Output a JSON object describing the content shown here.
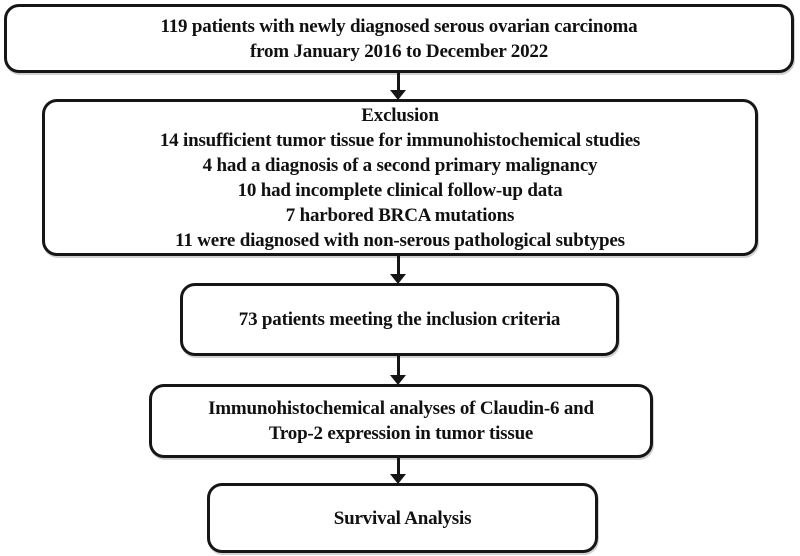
{
  "flowchart": {
    "type": "flowchart",
    "direction": "top-down",
    "colors": {
      "box_border": "#161616",
      "box_background": "#ffffff",
      "text": "#111111",
      "arrow": "#161616",
      "page_background": "#ffffff"
    },
    "boxes": [
      {
        "id": "cohort",
        "lines": [
          "119 patients with newly diagnosed serous ovarian carcinoma",
          "from January 2016 to December 2022"
        ]
      },
      {
        "id": "exclusion",
        "lines": [
          "Exclusion",
          "14 insufficient tumor tissue for immunohistochemical studies",
          "4 had a diagnosis of a second primary malignancy",
          "10 had incomplete clinical follow-up data",
          "7 harbored BRCA mutations",
          "11 were diagnosed with non-serous pathological subtypes"
        ]
      },
      {
        "id": "inclusion",
        "lines": [
          "73 patients meeting the inclusion criteria"
        ]
      },
      {
        "id": "ihc-analysis",
        "lines": [
          "Immunohistochemical analyses of Claudin-6 and",
          "Trop-2 expression in tumor tissue"
        ]
      },
      {
        "id": "survival-analysis",
        "lines": [
          "Survival Analysis"
        ]
      }
    ],
    "arrows": [
      {
        "from": "cohort",
        "to": "exclusion"
      },
      {
        "from": "exclusion",
        "to": "inclusion"
      },
      {
        "from": "inclusion",
        "to": "ihc-analysis"
      },
      {
        "from": "ihc-analysis",
        "to": "survival-analysis"
      }
    ]
  }
}
